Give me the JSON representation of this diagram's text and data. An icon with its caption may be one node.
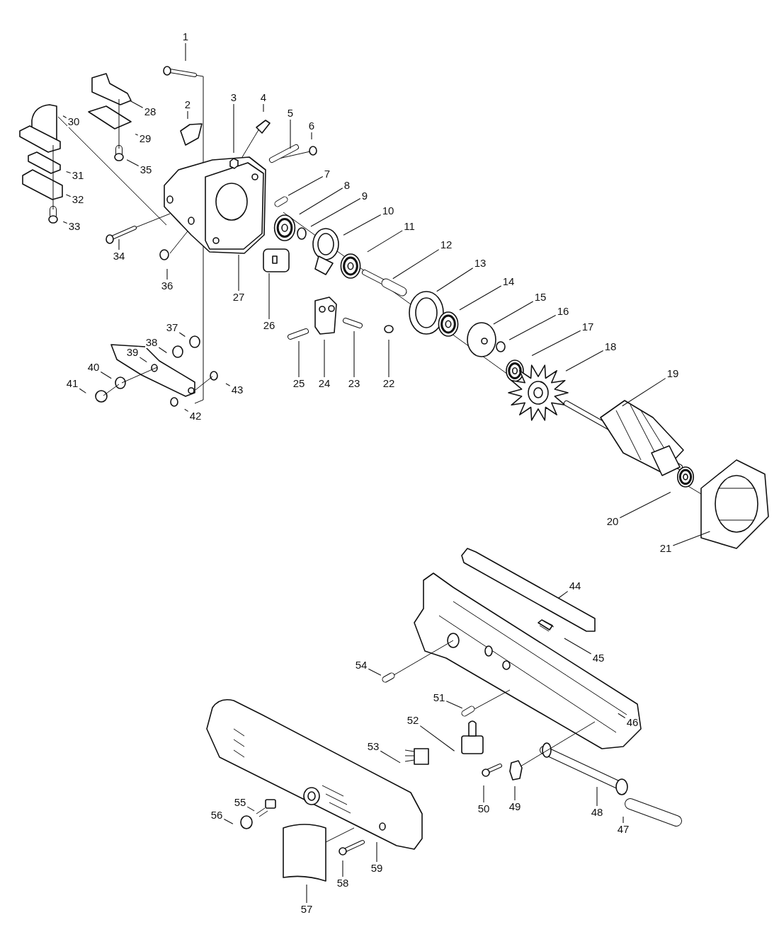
{
  "diagram": {
    "nodes": [
      {
        "text": [
          "1"
        ]
      },
      {
        "text": [
          "2"
        ]
      },
      {
        "text": [
          "3"
        ]
      },
      {
        "text": [
          "4"
        ]
      },
      {
        "text": [
          "5"
        ]
      },
      {
        "text": [
          "6"
        ]
      },
      {
        "text": [
          "7"
        ]
      },
      {
        "text": [
          "8"
        ]
      },
      {
        "text": [
          "9"
        ]
      },
      {
        "text": [
          "10"
        ]
      },
      {
        "text": [
          "11"
        ]
      },
      {
        "text": [
          "12"
        ]
      },
      {
        "text": [
          "13"
        ]
      },
      {
        "text": [
          "14"
        ]
      },
      {
        "text": [
          "15"
        ]
      },
      {
        "text": [
          "16"
        ]
      },
      {
        "text": [
          "17"
        ]
      },
      {
        "text": [
          "18"
        ]
      },
      {
        "text": [
          "19"
        ]
      },
      {
        "text": [
          "20"
        ]
      },
      {
        "text": [
          "21"
        ]
      },
      {
        "text": [
          "22"
        ]
      },
      {
        "text": [
          "23"
        ]
      },
      {
        "text": [
          "24"
        ]
      },
      {
        "text": [
          "25"
        ]
      },
      {
        "text": [
          "26"
        ]
      },
      {
        "text": [
          "27"
        ]
      },
      {
        "text": [
          "28"
        ]
      },
      {
        "text": [
          "29"
        ]
      },
      {
        "text": [
          "30"
        ]
      },
      {
        "text": [
          "31"
        ]
      },
      {
        "text": [
          "32"
        ]
      },
      {
        "text": [
          "33"
        ]
      },
      {
        "text": [
          "34"
        ]
      },
      {
        "text": [
          "35"
        ]
      },
      {
        "text": [
          "36"
        ]
      },
      {
        "text": [
          "37"
        ]
      },
      {
        "text": [
          "38"
        ]
      },
      {
        "text": [
          "39"
        ]
      },
      {
        "text": [
          "40"
        ]
      },
      {
        "text": [
          "41"
        ]
      },
      {
        "text": [
          "42"
        ]
      },
      {
        "text": [
          "43"
        ]
      },
      {
        "text": [
          "44"
        ]
      },
      {
        "text": [
          "45"
        ]
      },
      {
        "text": [
          "46"
        ]
      },
      {
        "text": [
          "47"
        ]
      },
      {
        "text": [
          "48"
        ]
      },
      {
        "text": [
          "49"
        ]
      },
      {
        "text": [
          "50"
        ]
      },
      {
        "text": [
          "51"
        ]
      },
      {
        "text": [
          "52"
        ]
      },
      {
        "text": [
          "53"
        ]
      },
      {
        "text": [
          "54"
        ]
      },
      {
        "text": [
          "55"
        ]
      },
      {
        "text": [
          "56"
        ]
      },
      {
        "text": [
          "57"
        ]
      },
      {
        "text": [
          "58"
        ]
      },
      {
        "text": [
          "59"
        ]
      }
    ],
    "edges": [
      {
        "from": 0,
        "to": null,
        "arrow": "none"
      },
      {
        "from": 1,
        "to": null,
        "arrow": "none"
      },
      {
        "from": 2,
        "to": null,
        "arrow": "none"
      },
      {
        "from": 3,
        "to": null,
        "arrow": "none"
      },
      {
        "from": 4,
        "to": null,
        "arrow": "none"
      },
      {
        "from": 5,
        "to": null,
        "arrow": "none"
      },
      {
        "from": 6,
        "to": null,
        "arrow": "none"
      },
      {
        "from": 7,
        "to": null,
        "arrow": "none"
      },
      {
        "from": 8,
        "to": null,
        "arrow": "none"
      },
      {
        "from": 9,
        "to": null,
        "arrow": "none"
      },
      {
        "from": 10,
        "to": null,
        "arrow": "none"
      },
      {
        "from": 11,
        "to": null,
        "arrow": "none"
      },
      {
        "from": 12,
        "to": null,
        "arrow": "none"
      },
      {
        "from": 13,
        "to": null,
        "arrow": "none"
      },
      {
        "from": 14,
        "to": null,
        "arrow": "none"
      },
      {
        "from": 15,
        "to": null,
        "arrow": "none"
      },
      {
        "from": 16,
        "to": null,
        "arrow": "none"
      },
      {
        "from": 17,
        "to": null,
        "arrow": "none"
      },
      {
        "from": 18,
        "to": null,
        "arrow": "none"
      },
      {
        "from": 19,
        "to": null,
        "arrow": "none"
      },
      {
        "from": 20,
        "to": null,
        "arrow": "none"
      },
      {
        "from": 21,
        "to": null,
        "arrow": "none"
      },
      {
        "from": 22,
        "to": null,
        "arrow": "none"
      },
      {
        "from": 23,
        "to": null,
        "arrow": "none"
      },
      {
        "from": 24,
        "to": null,
        "arrow": "none"
      },
      {
        "from": 25,
        "to": null,
        "arrow": "none"
      },
      {
        "from": 26,
        "to": null,
        "arrow": "none"
      },
      {
        "from": 27,
        "to": null,
        "arrow": "none"
      },
      {
        "from": 28,
        "to": null,
        "arrow": "none"
      },
      {
        "from": 29,
        "to": null,
        "arrow": "none"
      },
      {
        "from": 30,
        "to": null,
        "arrow": "none"
      },
      {
        "from": 31,
        "to": null,
        "arrow": "none"
      },
      {
        "from": 32,
        "to": null,
        "arrow": "none"
      },
      {
        "from": 33,
        "to": null,
        "arrow": "none"
      },
      {
        "from": 34,
        "to": null,
        "arrow": "none"
      },
      {
        "from": 35,
        "to": null,
        "arrow": "none"
      },
      {
        "from": 36,
        "to": null,
        "arrow": "none"
      },
      {
        "from": 37,
        "to": null,
        "arrow": "none"
      },
      {
        "from": 38,
        "to": null,
        "arrow": "none"
      },
      {
        "from": 39,
        "to": null,
        "arrow": "none"
      },
      {
        "from": 40,
        "to": null,
        "arrow": "none"
      },
      {
        "from": 41,
        "to": null,
        "arrow": "none"
      },
      {
        "from": 42,
        "to": null,
        "arrow": "none"
      },
      {
        "from": 43,
        "to": null,
        "arrow": "none"
      },
      {
        "from": 44,
        "to": null,
        "arrow": "none"
      },
      {
        "from": 45,
        "to": null,
        "arrow": "none"
      },
      {
        "from": 46,
        "to": null,
        "arrow": "none"
      },
      {
        "from": 47,
        "to": null,
        "arrow": "none"
      },
      {
        "from": 48,
        "to": null,
        "arrow": "none"
      },
      {
        "from": 49,
        "to": null,
        "arrow": "none"
      },
      {
        "from": 50,
        "to": null,
        "arrow": "none"
      },
      {
        "from": 51,
        "to": null,
        "arrow": "none"
      },
      {
        "from": 52,
        "to": null,
        "arrow": "none"
      },
      {
        "from": 53,
        "to": null,
        "arrow": "none"
      },
      {
        "from": 54,
        "to": null,
        "arrow": "none"
      },
      {
        "from": 55,
        "to": null,
        "arrow": "none"
      },
      {
        "from": 56,
        "to": null,
        "arrow": "none"
      },
      {
        "from": 57,
        "to": null,
        "arrow": "none"
      },
      {
        "from": 58,
        "to": null,
        "arrow": "none"
      }
    ]
  }
}
